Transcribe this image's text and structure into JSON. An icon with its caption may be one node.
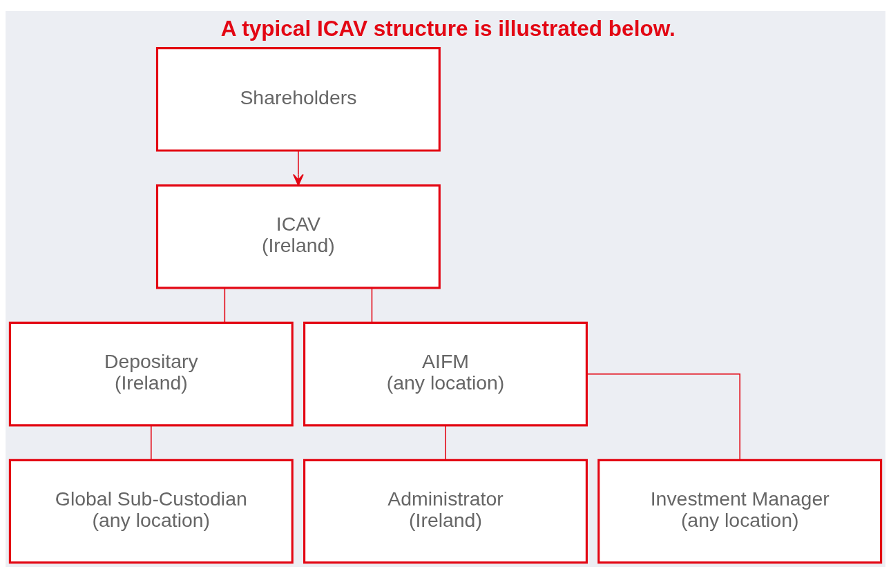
{
  "diagram": {
    "title": "A typical ICAV structure is illustrated below.",
    "nodes": [
      {
        "text": [
          "Shareholders"
        ]
      },
      {
        "text": [
          "ICAV",
          "(Ireland)"
        ]
      },
      {
        "text": [
          "Depositary",
          "(Ireland)"
        ]
      },
      {
        "text": [
          "AIFM",
          "(any location)"
        ]
      },
      {
        "text": [
          "Global Sub-Custodian",
          "(any location)"
        ]
      },
      {
        "text": [
          "Administrator",
          "(Ireland)"
        ]
      },
      {
        "text": [
          "Investment Manager",
          "(any location)"
        ]
      }
    ],
    "edges": [
      {
        "from": 0,
        "to": 1,
        "arrow": "to"
      },
      {
        "from": 1,
        "to": 2,
        "arrow": "none"
      },
      {
        "from": 1,
        "to": 3,
        "arrow": "none"
      },
      {
        "from": 2,
        "to": 4,
        "arrow": "none"
      },
      {
        "from": 3,
        "to": 5,
        "arrow": "none"
      },
      {
        "from": 3,
        "to": 6,
        "arrow": "none"
      }
    ]
  }
}
